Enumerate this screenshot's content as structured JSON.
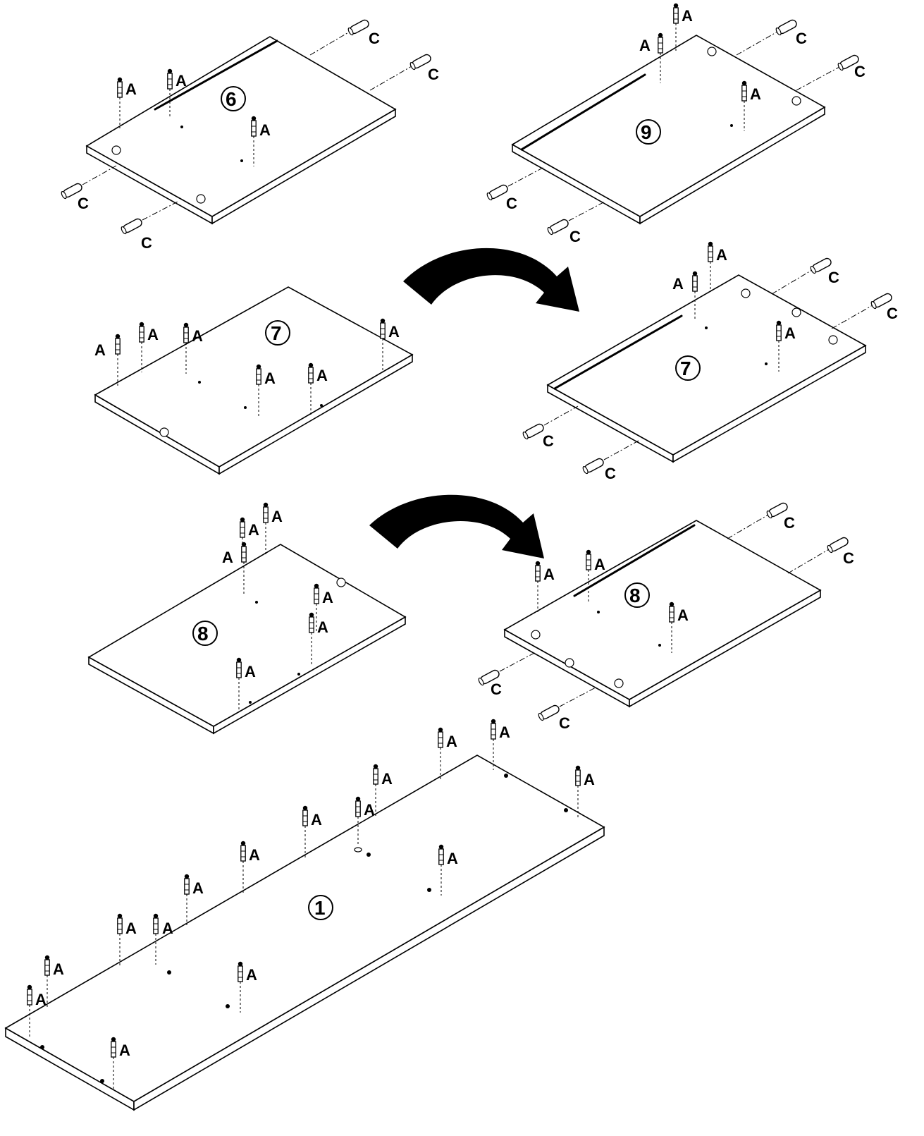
{
  "colors": {
    "ink": "#000000",
    "paper": "#ffffff"
  },
  "labels": {
    "cam_bolt": "A",
    "dowel": "C"
  },
  "panels": {
    "p6": "6",
    "p9": "9",
    "p7": "7",
    "p7_flipped": "7",
    "p8": "8",
    "p8_flipped": "8",
    "p1": "1"
  },
  "arrows": [
    {
      "meaning": "flip-panel-7",
      "icon": "curved-arrow-icon"
    },
    {
      "meaning": "flip-panel-8",
      "icon": "curved-arrow-icon"
    }
  ]
}
